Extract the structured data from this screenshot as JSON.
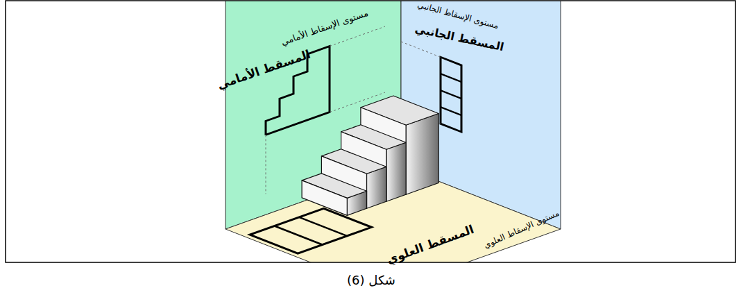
{
  "diagram": {
    "caption": "شكل (6)",
    "labels": [
      "مستوى الإسقاط الأمامي",
      "المسقط الأمامي",
      "مستوى الإسقاط الجانبي",
      "المسقط الجانبي",
      "مستوى الإسقاط العلوي",
      "المسقط العلوي"
    ]
  }
}
